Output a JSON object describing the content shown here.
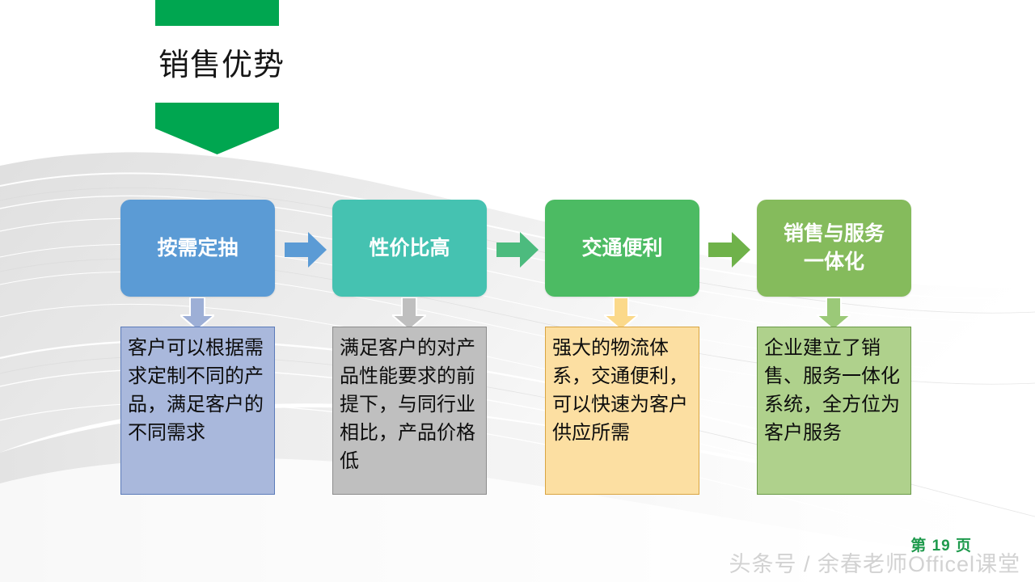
{
  "slide": {
    "title": "销售优势",
    "accent_green": "#00A650"
  },
  "process": {
    "steps": [
      {
        "id": "step-1",
        "heading": "按需定抽",
        "heading_color": "#5B9BD5",
        "description": "客户可以根据需求定制不同的产品，满足客户的不同需求",
        "description_bg": "#A9B8DC",
        "description_border": "#5B7BB9",
        "down_arrow_color": "#9DAFD6",
        "next_arrow_color": "#5B9BD5"
      },
      {
        "id": "step-2",
        "heading": "性价比高",
        "heading_color": "#45C2B1",
        "description": "满足客户的对产品性能要求的前提下，与同行业相比，产品价格低",
        "description_bg": "#BFBFBF",
        "description_border": "#8C8C8C",
        "down_arrow_color": "#BFBFBF",
        "next_arrow_color": "#4CBB7E"
      },
      {
        "id": "step-3",
        "heading": "交通便利",
        "heading_color": "#4CBB63",
        "description": "强大的物流体系，交通便利，可以快速为客户供应所需",
        "description_bg": "#FCDFA2",
        "description_border": "#D9A441",
        "down_arrow_color": "#FBD98A",
        "next_arrow_color": "#6FB24A"
      },
      {
        "id": "step-4",
        "heading": "销售与服务\n一体化",
        "heading_color": "#85BB5C",
        "description": "企业建立了销售、服务一体化系统，全方位为客户服务",
        "description_bg": "#AFD18C",
        "description_border": "#6A9A47",
        "down_arrow_color": "#9BC978",
        "next_arrow_color": ""
      }
    ]
  },
  "footer": {
    "page_number": "第 19 页",
    "page_number_color": "#1F9A4D",
    "watermark": "头条号 / 余春老师Officel课堂"
  }
}
